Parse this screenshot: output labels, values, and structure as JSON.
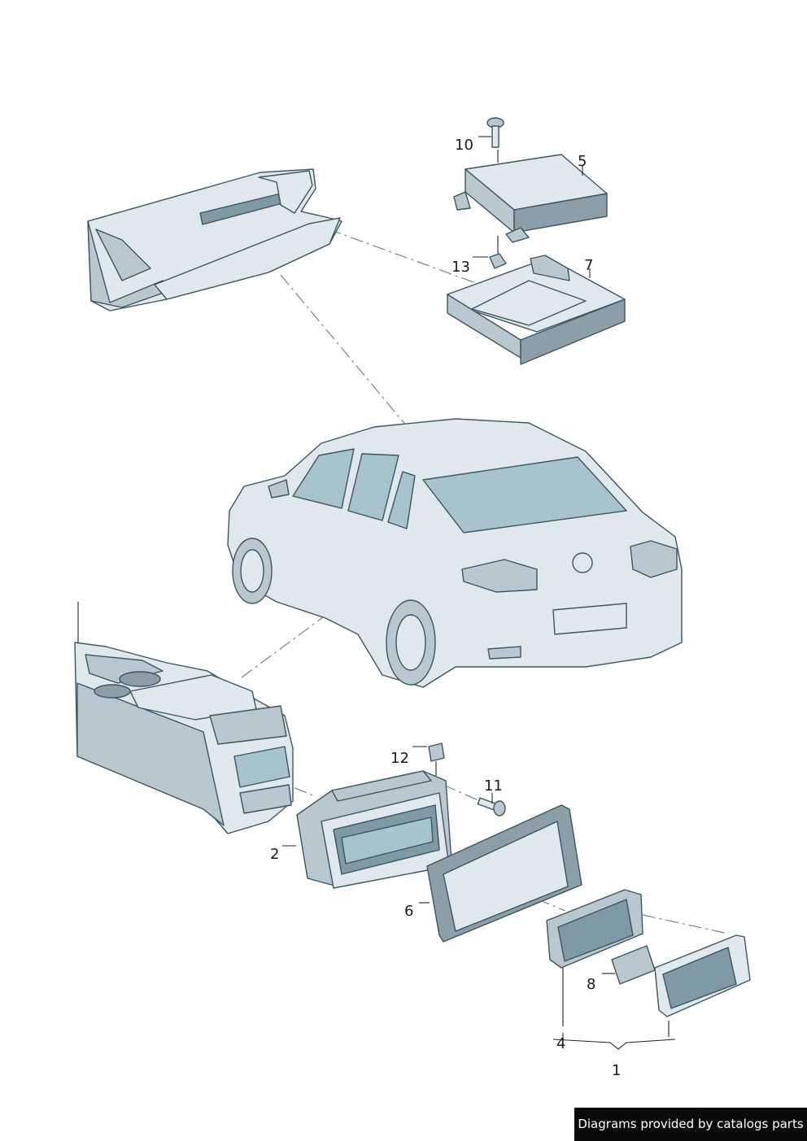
{
  "diagram": {
    "callouts": [
      {
        "id": "label-1",
        "text": "1"
      },
      {
        "id": "label-2",
        "text": "2"
      },
      {
        "id": "label-4",
        "text": "4"
      },
      {
        "id": "label-5",
        "text": "5"
      },
      {
        "id": "label-6",
        "text": "6"
      },
      {
        "id": "label-7",
        "text": "7"
      },
      {
        "id": "label-8",
        "text": "8"
      },
      {
        "id": "label-10",
        "text": "10"
      },
      {
        "id": "label-11",
        "text": "11"
      },
      {
        "id": "label-12",
        "text": "12"
      },
      {
        "id": "label-13",
        "text": "13"
      }
    ],
    "colors": {
      "part_fill": "#dfe8ed",
      "part_shade": "#b9c8d0",
      "part_outline": "#3d5560",
      "glass": "#a9c3cc"
    }
  },
  "footer": {
    "credit": "Diagrams provided by catalogs parts"
  }
}
